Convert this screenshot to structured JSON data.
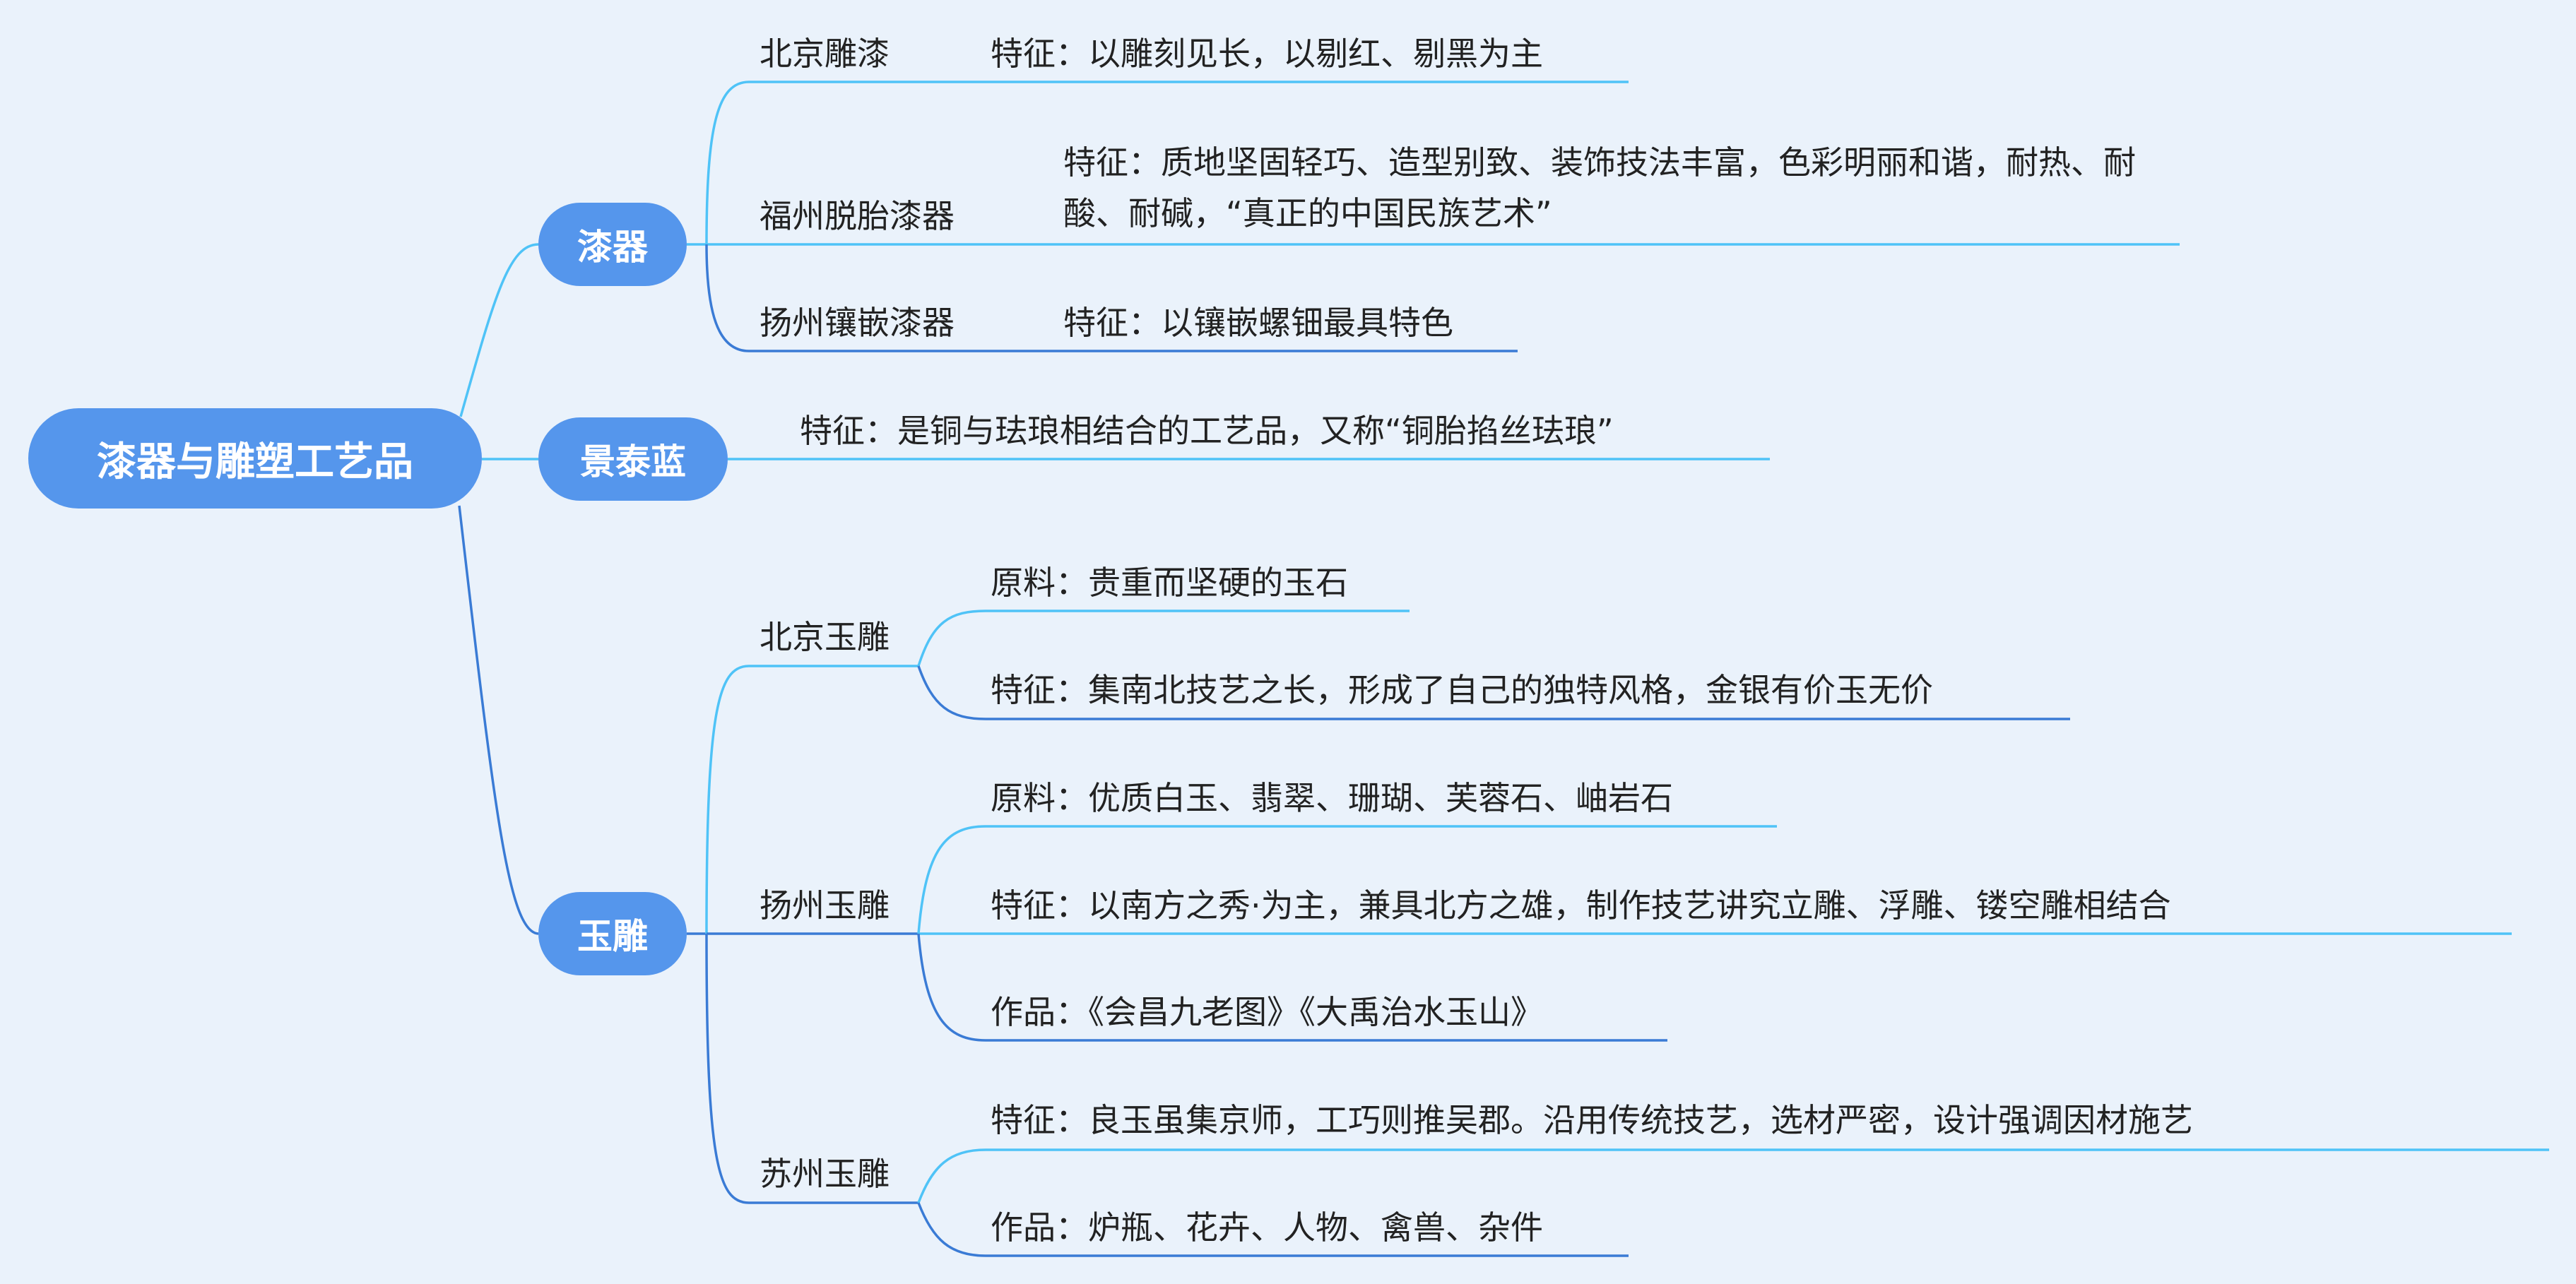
{
  "root": {
    "label": "漆器与雕塑工艺品"
  },
  "branches": {
    "lacquer": {
      "label": "漆器",
      "children": {
        "beijing": {
          "label": "北京雕漆",
          "feature": "特征：以雕刻见长，以剔红、剔黑为主"
        },
        "fuzhou": {
          "label": "福州脱胎漆器",
          "feature": "特征：质地坚固轻巧、造型别致、装饰技法丰富，色彩明丽和谐，耐热、耐酸、耐碱，“真正的中国民族艺术”"
        },
        "yangzhou": {
          "label": "扬州镶嵌漆器",
          "feature": "特征：以镶嵌螺钿最具特色"
        }
      }
    },
    "cloisonne": {
      "label": "景泰蓝",
      "feature": "特征：是铜与珐琅相结合的工艺品，又称“铜胎掐丝珐琅”"
    },
    "jade": {
      "label": "玉雕",
      "children": {
        "beijing": {
          "label": "北京玉雕",
          "material": "原料：贵重而坚硬的玉石",
          "feature": "特征：集南北技艺之长，形成了自己的独特风格，金银有价玉无价"
        },
        "yangzhou": {
          "label": "扬州玉雕",
          "material": "原料：优质白玉、翡翠、珊瑚、芙蓉石、岫岩石",
          "feature": "特征：以南方之秀·为主，兼具北方之雄，制作技艺讲究立雕、浮雕、镂空雕相结合",
          "works": "作品：《会昌九老图》《大禹治水玉山》"
        },
        "suzhou": {
          "label": "苏州玉雕",
          "feature": "特征：良玉虽集京师，工巧则推吴郡。沿用传统技艺，选材严密，设计强调因材施艺",
          "works": "作品：炉瓶、花卉、人物、禽兽、杂件"
        }
      }
    }
  },
  "colors": {
    "background": "#EAF2FB",
    "node": "#5596EC",
    "link_light": "#4FC3F7",
    "link_dark": "#3A7BD5",
    "text": "#222222"
  }
}
